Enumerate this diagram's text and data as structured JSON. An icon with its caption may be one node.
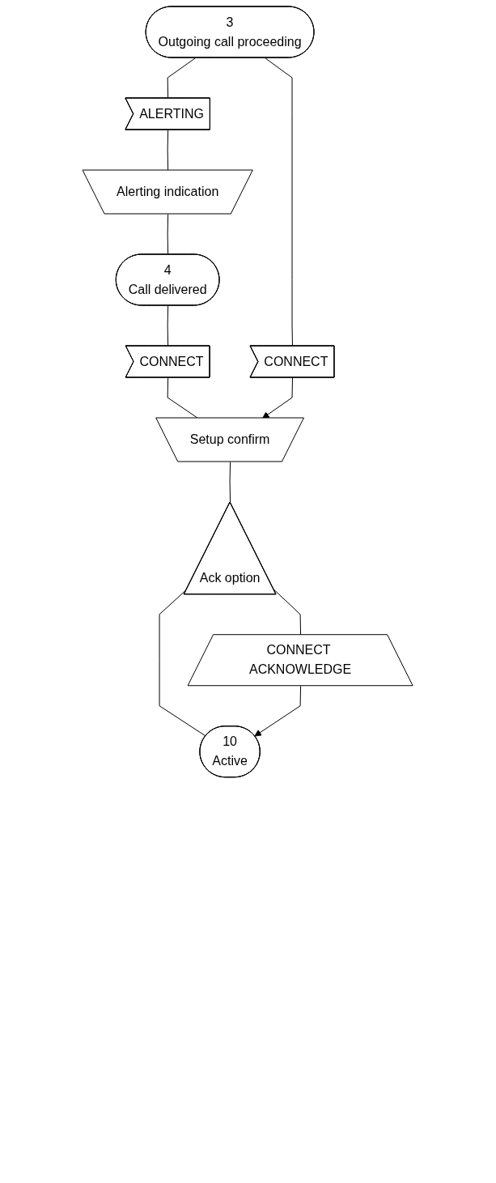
{
  "diagram": {
    "nodes": [
      {
        "text": [
          "3",
          "Outgoing call proceeding"
        ]
      },
      {
        "text": [
          "ALERTING"
        ]
      },
      {
        "text": [
          "CONNECT"
        ]
      },
      {
        "text": [
          "Alerting indication"
        ]
      },
      {
        "text": [
          "4",
          "Call delivered"
        ]
      },
      {
        "text": [
          "CONNECT"
        ]
      },
      {
        "text": [
          "Setup confirm"
        ]
      },
      {
        "text": [
          "Ack option"
        ]
      },
      {
        "text": [
          "CONNECT ACKNOWLEDGE"
        ]
      },
      {
        "text": [
          "10",
          "Active"
        ]
      }
    ],
    "edges": [
      {
        "from": 0,
        "to": 1,
        "arrow": "none"
      },
      {
        "from": 0,
        "to": 2,
        "arrow": "none"
      },
      {
        "from": 1,
        "to": 3,
        "arrow": "none"
      },
      {
        "from": 3,
        "to": 4,
        "arrow": "none"
      },
      {
        "from": 4,
        "to": 5,
        "arrow": "none"
      },
      {
        "from": 5,
        "to": 6,
        "arrow": "none"
      },
      {
        "from": 2,
        "to": 6,
        "arrow": "to"
      },
      {
        "from": 6,
        "to": 7,
        "arrow": "none"
      },
      {
        "from": 7,
        "to": 8,
        "arrow": "none"
      },
      {
        "from": 7,
        "to": 9,
        "arrow": "none"
      },
      {
        "from": 8,
        "to": 9,
        "arrow": "to"
      }
    ]
  }
}
